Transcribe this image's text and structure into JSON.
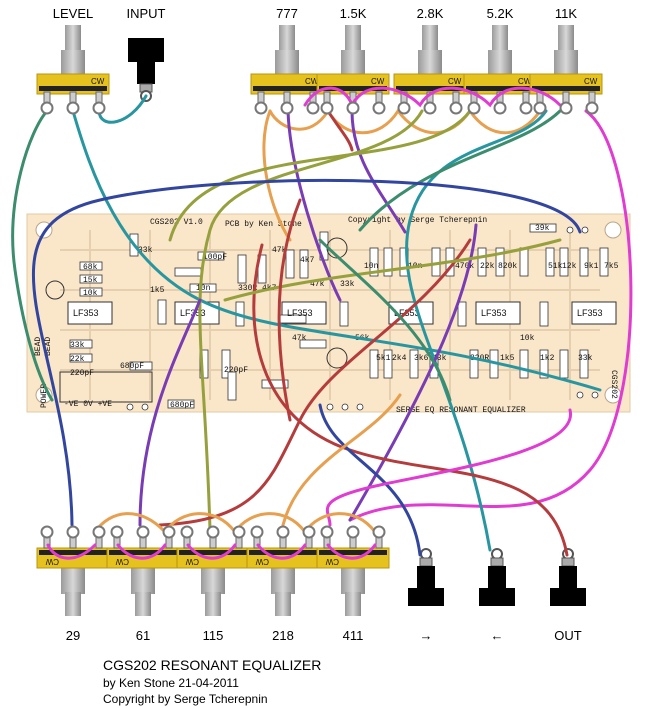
{
  "top_labels": {
    "level": "LEVEL",
    "input": "INPUT",
    "p777": "777",
    "p1k5": "1.5K",
    "p2k8": "2.8K",
    "p5k2": "5.2K",
    "p11k": "11K"
  },
  "bottom_labels": {
    "p29": "29",
    "p61": "61",
    "p115": "115",
    "p218": "218",
    "p411": "411",
    "jack_right": "→",
    "jack_left": "←",
    "out": "OUT"
  },
  "pot_marking": "CW",
  "pcb": {
    "header": "CGS202 V1.0",
    "author": "PCB by Ken Stone",
    "copyright": "Copyright by Serge Tcherepnin",
    "footer": "SERGE EQ RESONANT EQUALIZER",
    "code": "CGS202",
    "ic_label": "LF353",
    "power_label": "POWER",
    "power_pins": "-VE  0V  +VE",
    "bead1": "BEAD",
    "bead2": "BEAD",
    "resistor_labels": [
      "68k",
      "15k",
      "10k",
      "1k5",
      "33k",
      "22k",
      "220pF",
      "33k",
      "10n",
      "100pF",
      "680pF",
      "680pF",
      "220pF",
      "47k",
      "330R",
      "4k7",
      "4k7",
      "47k",
      "47k",
      "33k",
      "56k",
      "39k",
      "10n",
      "10n",
      "470k",
      "22k",
      "820k",
      "9k1",
      "51k",
      "12k",
      "7k5",
      "43k",
      "3k6",
      "5k1",
      "2k4",
      "820R",
      "1k5",
      "1k2",
      "10k",
      "33k"
    ]
  },
  "title_block": {
    "line1": "CGS202 RESONANT EQUALIZER",
    "line2": "by Ken Stone 21-04-2011",
    "line3": "Copyright by Serge Tcherepnin"
  },
  "colors": {
    "board": "#fae6c8",
    "pot_body": "#e6c21e",
    "jack": "#000000",
    "wire_green": "#3c8c6e",
    "wire_blue": "#3246a0",
    "wire_magenta": "#e03cd2",
    "wire_orange": "#e6a050",
    "wire_red": "#b43c3c",
    "wire_olive": "#96a03c",
    "wire_purple": "#783cb4",
    "wire_teal": "#2896a0"
  }
}
